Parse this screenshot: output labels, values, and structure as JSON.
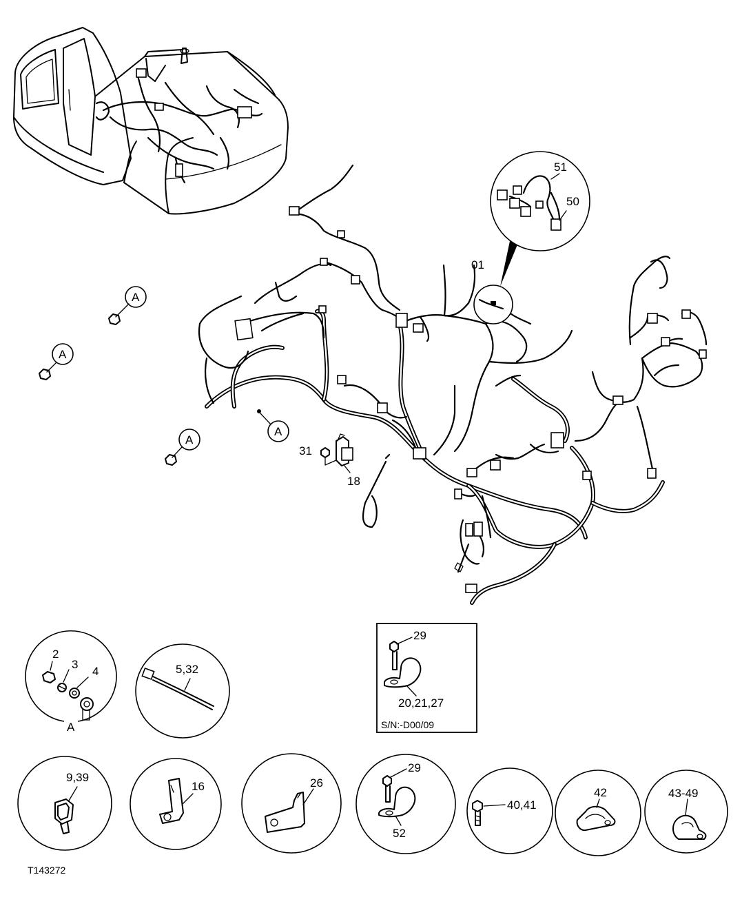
{
  "figure_id": "T143272",
  "callouts": {
    "harness": "01",
    "conn51": "51",
    "conn50": "50",
    "p31": "31",
    "p18": "18",
    "a1": "A",
    "a2": "A",
    "a3": "A",
    "a4": "A"
  },
  "details": {
    "nut_set": {
      "n2": "2",
      "n3": "3",
      "n4": "4",
      "group": "A"
    },
    "tie": "5,32",
    "clamp_box": {
      "bolt": "29",
      "clamp": "20,21,27",
      "serial": "S/N:-D00/09"
    },
    "clip": "9,39",
    "bracket16": "16",
    "bracket26": "26",
    "clamp52": {
      "bolt": "29",
      "clamp": "52"
    },
    "bolt": "40,41",
    "clamp42": "42",
    "clamp43": "43-49"
  }
}
